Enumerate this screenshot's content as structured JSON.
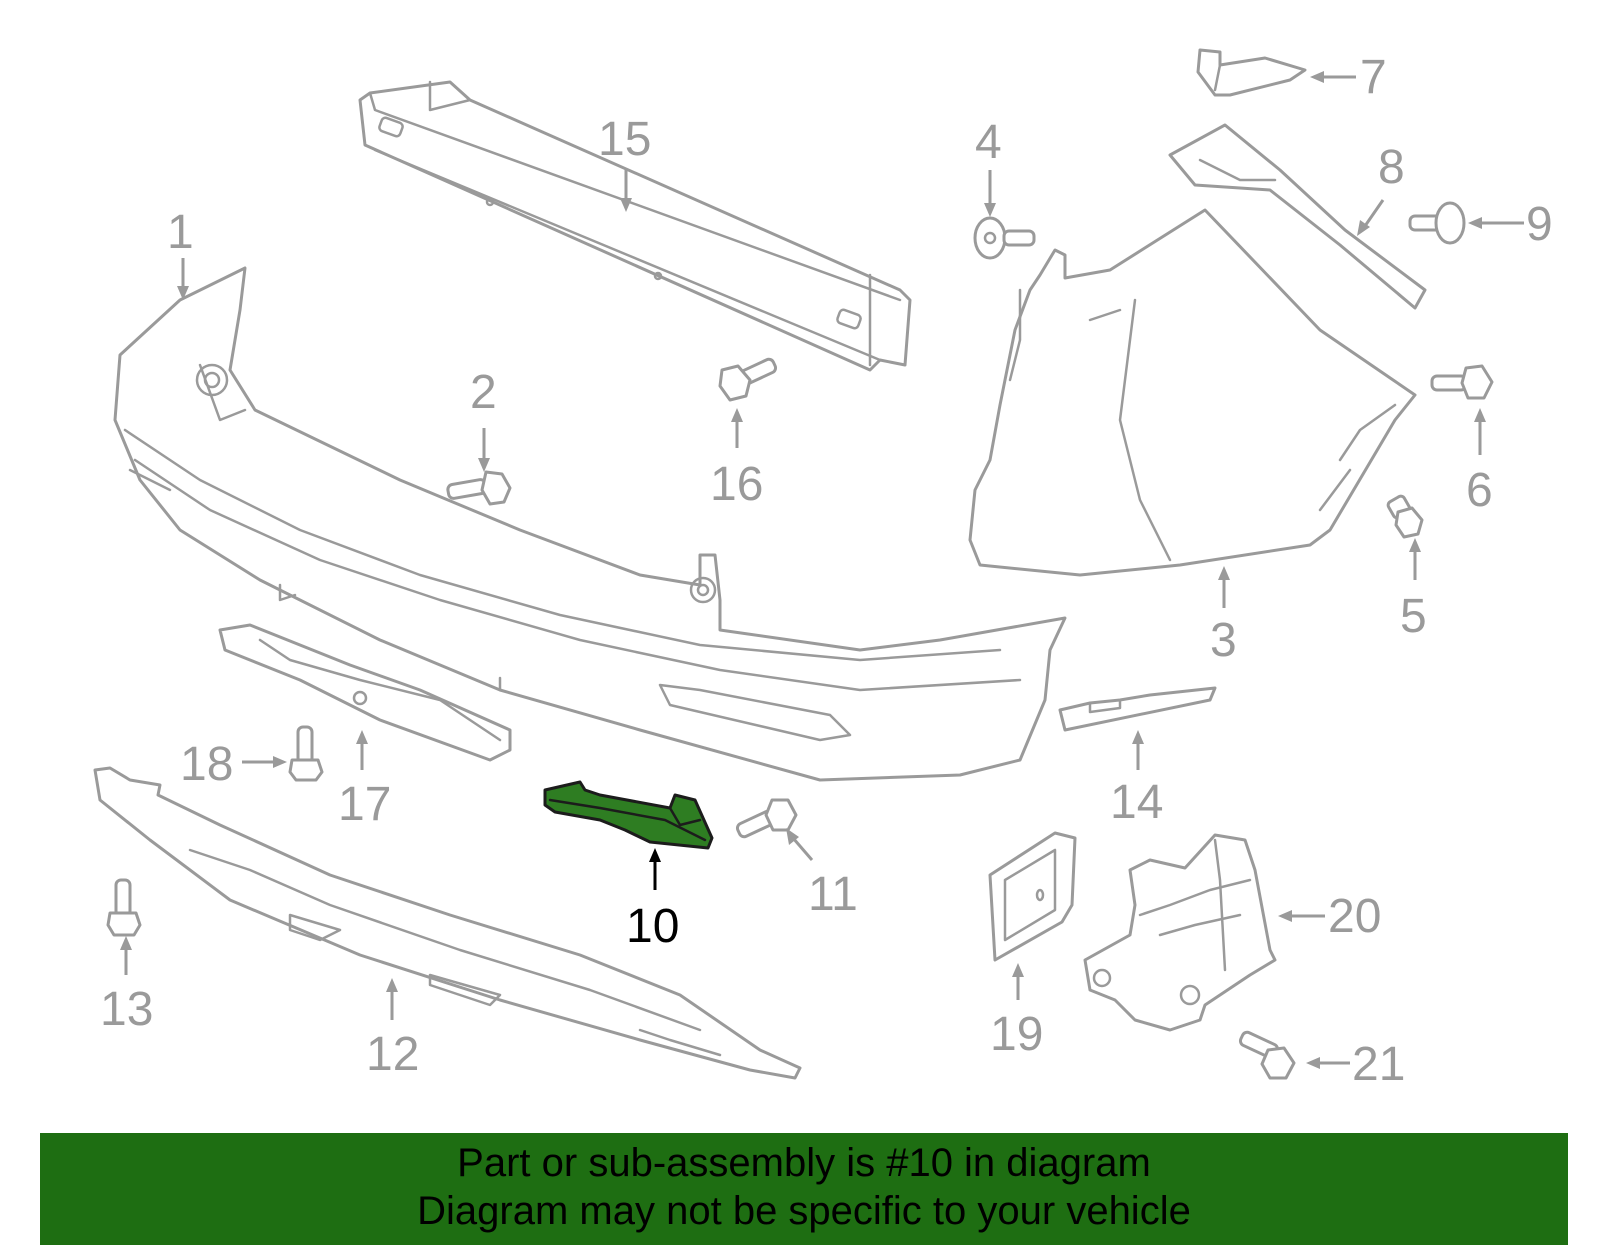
{
  "diagram": {
    "highlighted_part": "10",
    "accent_color": "#2e7d22",
    "callouts": [
      "1",
      "2",
      "3",
      "4",
      "5",
      "6",
      "7",
      "8",
      "9",
      "10",
      "11",
      "12",
      "13",
      "14",
      "15",
      "16",
      "17",
      "18",
      "19",
      "20",
      "21"
    ]
  },
  "caption": {
    "line1": "Part or sub-assembly is #10 in diagram",
    "line2": "Diagram may not be specific to your vehicle",
    "background": "#1e6e12"
  }
}
